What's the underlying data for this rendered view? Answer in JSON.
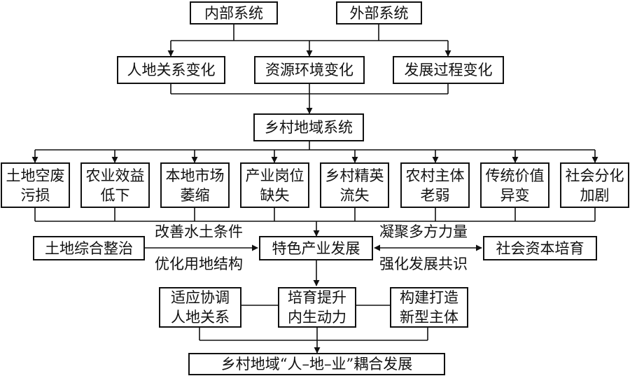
{
  "inputs": {
    "internal": "内部系统",
    "external": "外部系统"
  },
  "changes": [
    "人地关系变化",
    "资源环境变化",
    "发展过程变化"
  ],
  "rural_system": "乡村地域系统",
  "problems": [
    [
      "土地空废",
      "污损"
    ],
    [
      "农业效益",
      "低下"
    ],
    [
      "本地市场",
      "萎缩"
    ],
    [
      "产业岗位",
      "缺失"
    ],
    [
      "乡村精英",
      "流失"
    ],
    [
      "农村主体",
      "老弱"
    ],
    [
      "传统价值",
      "异变"
    ],
    [
      "社会分化",
      "加剧"
    ]
  ],
  "measures": {
    "land": "土地综合整治",
    "industry": "特色产业发展",
    "capital": "社会资本培育",
    "left_top": "改善水土条件",
    "left_bottom": "优化用地结构",
    "right_top": "凝聚多方力量",
    "right_bottom": "强化发展共识"
  },
  "outcomes": [
    [
      "适应协调",
      "人地关系"
    ],
    [
      "培育提升",
      "内生动力"
    ],
    [
      "构建打造",
      "新型主体"
    ]
  ],
  "goal": "乡村地域“人–地–业”耦合发展"
}
